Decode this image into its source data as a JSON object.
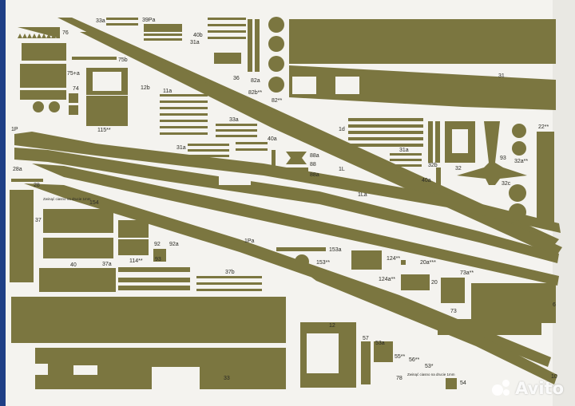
{
  "colors": {
    "part": "#7b7640",
    "paper": "#f4f3ef",
    "background": "#1f3f86",
    "text": "#2a2a24"
  },
  "labels": {
    "l33a": "33a",
    "l39pa": "39Pa",
    "l76": "76",
    "l40b": "40b",
    "l31a_top": "31a",
    "l75b": "75b",
    "l36": "36",
    "l82a": "82a",
    "l82b": "82b**",
    "l82": "82**",
    "l31": "31",
    "l75a": "75+a",
    "l74": "74",
    "l12b": "12b",
    "l11a": "11a",
    "l115": "115**",
    "l33a_mid": "33a",
    "l40a": "40a",
    "l31a_mid": "31a",
    "l1p": "1P",
    "l1d": "1d",
    "l88a": "88a",
    "l88": "88",
    "l88a2": "88a",
    "l1l": "1L",
    "l31a_right": "31a",
    "l32b": "32b",
    "l32": "32",
    "l93": "93",
    "l32a": "32a**",
    "l22": "22**",
    "l28a": "28a",
    "l28": "28",
    "l40a_right": "40a",
    "l32c": "32c",
    "l154": "154",
    "l1la": "1La",
    "l37": "37",
    "l92": "92",
    "l92a": "92a",
    "l93b": "93",
    "l1pa": "1Pa",
    "l153a": "153a",
    "l153": "153**",
    "l124": "124**",
    "l20a": "20a***",
    "l114": "114**",
    "l40": "40",
    "l37a": "37a",
    "l37b": "37b",
    "l124a": "124a**",
    "l20": "20",
    "l73a": "73a**",
    "l73": "73",
    "l6": "6",
    "l12": "12",
    "l57": "57",
    "l53a": "53a",
    "l55": "55**",
    "l56": "56**",
    "l78": "78",
    "l53": "53*",
    "l33": "33",
    "l54": "54",
    "l10": "10",
    "note_154": "Zwinąć ciasno na drucie 1mm",
    "note_53": "Zwinąć ciasno na drucie 1mm"
  },
  "watermark": {
    "text": "Avito",
    "icon": "avito-logo-icon"
  }
}
